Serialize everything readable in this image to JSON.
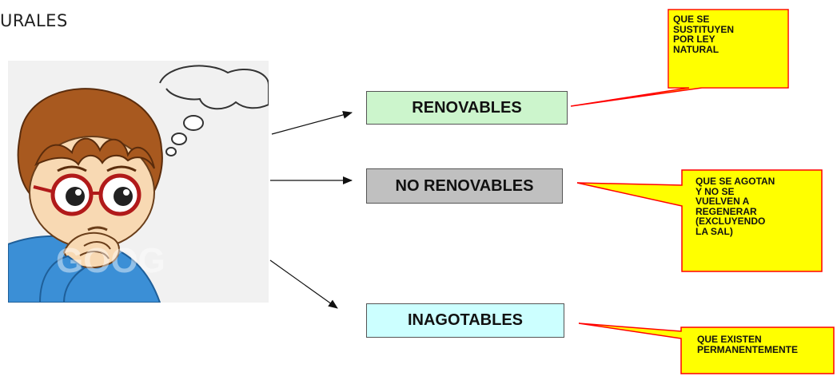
{
  "heading": "URALES",
  "colors": {
    "renovables_fill": "#ccf5cc",
    "no_renovables_fill": "#c0c0c0",
    "inagotables_fill": "#ccffff",
    "callout_fill": "#ffff00",
    "callout_border": "#ff0000",
    "arrow": "#111111"
  },
  "illustration": {
    "icon": "thinking-boy-icon",
    "watermark": "GOOG"
  },
  "categories": [
    {
      "id": "renovables",
      "label": "RENOVABLES",
      "callout": "QUE SE\nSUSTITUYEN\nPOR LEY\nNATURAL"
    },
    {
      "id": "no_renovables",
      "label": "NO RENOVABLES",
      "callout": "QUE SE AGOTAN\nY NO SE\nVUELVEN A\nREGENERAR\n(EXCLUYENDO\nLA SAL)"
    },
    {
      "id": "inagotables",
      "label": "INAGOTABLES",
      "callout": "QUE EXISTEN\nPERMANENTEMENTE"
    }
  ]
}
